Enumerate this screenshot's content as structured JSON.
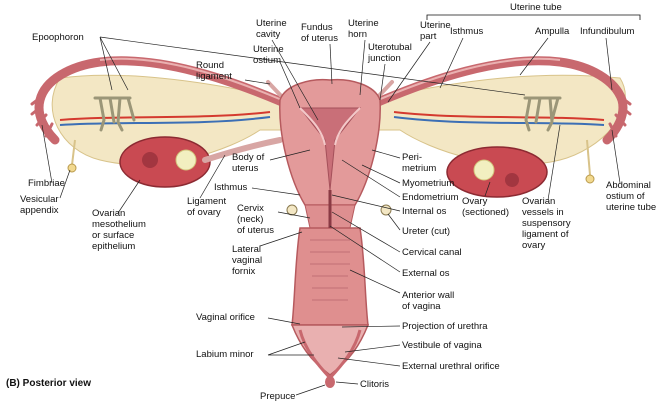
{
  "caption": "(B) Posterior view",
  "group_header": "Uterine tube",
  "labels": {
    "epoophoron": "Epoophoron",
    "round_ligament": "Round\nligament",
    "uterine_cavity": "Uterine\ncavity",
    "fundus": "Fundus\nof uterus",
    "uterine_horn": "Uterine\nhorn",
    "uterine_ostium": "Uterine\nostium",
    "uterotubal_junction": "Uterotubal\njunction",
    "uterine_part": "Uterine\npart",
    "isthmus_tube": "Isthmus",
    "ampulla": "Ampulla",
    "infundibulum": "Infundibulum",
    "fimbriae": "Fimbriae",
    "vesicular_appendix": "Vesicular\nappendix",
    "ovarian_mesothelium": "Ovarian\nmesothelium\nor surface\nepithelium",
    "ligament_of_ovary": "Ligament\nof ovary",
    "body_of_uterus": "Body of\nuterus",
    "isthmus_uterus": "Isthmus",
    "cervix": "Cervix\n(neck)\nof uterus",
    "lateral_vaginal_fornix": "Lateral\nvaginal\nfornix",
    "perimetrium": "Peri-\nmetrium",
    "myometrium": "Myometrium",
    "endometrium": "Endometrium",
    "internal_os": "Internal os",
    "ureter": "Ureter (cut)",
    "cervical_canal": "Cervical canal",
    "external_os": "External os",
    "anterior_wall": "Anterior wall\nof vagina",
    "ovary_sectioned": "Ovary\n(sectioned)",
    "ovarian_vessels": "Ovarian\nvessels in\nsuspensory\nligament of\novary",
    "abdominal_ostium": "Abdominal\nostium of\nuterine tube",
    "vaginal_orifice": "Vaginal orifice",
    "projection_urethra": "Projection of urethra",
    "vestibule": "Vestibule of vagina",
    "labium_minor": "Labium minor",
    "external_urethral_orifice": "External urethral orifice",
    "clitoris": "Clitoris",
    "prepuce": "Prepuce"
  },
  "colors": {
    "tissue": "#e39a9a",
    "tissue_dark": "#b65a5e",
    "ligament": "#f3e7c4",
    "ovary": "#c94a52",
    "artery": "#d43a2f",
    "vein": "#3c6fb5",
    "ink": "#111111"
  }
}
